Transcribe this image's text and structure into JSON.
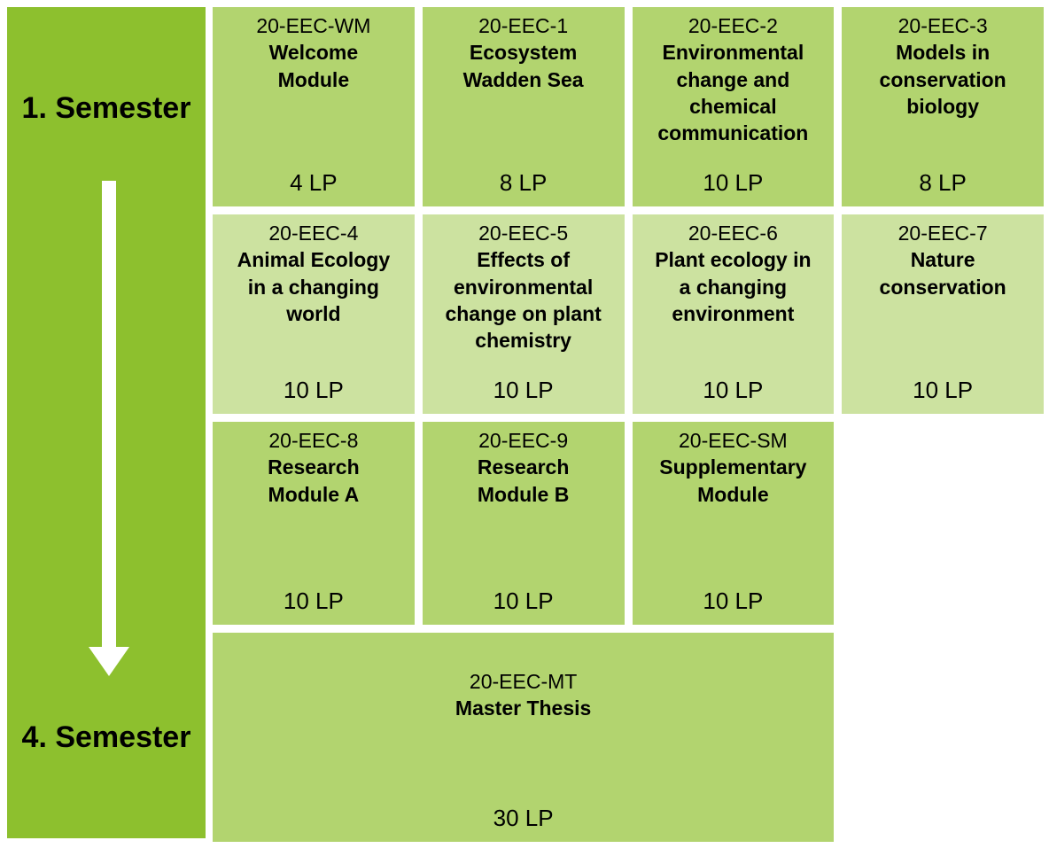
{
  "colors": {
    "background": "#ffffff",
    "sidebar_green": "#8dc02e",
    "module_green": "#b2d46f",
    "module_light_green": "#cce2a0",
    "text": "#000000",
    "arrow": "#ffffff"
  },
  "sidebar": {
    "top_label": "1. Semester",
    "bottom_label": "4. Semester"
  },
  "modules": [
    {
      "code": "20-EEC-WM",
      "title": "Welcome\nModule",
      "credits": "4 LP",
      "shade": "medium"
    },
    {
      "code": "20-EEC-1",
      "title": "Ecosystem\nWadden Sea",
      "credits": "8 LP",
      "shade": "medium"
    },
    {
      "code": "20-EEC-2",
      "title": "Environmental\nchange and\nchemical\ncommunication",
      "credits": "10 LP",
      "shade": "medium"
    },
    {
      "code": "20-EEC-3",
      "title": "Models in\nconservation\nbiology",
      "credits": "8 LP",
      "shade": "medium"
    },
    {
      "code": "20-EEC-4",
      "title": "Animal Ecology\nin a changing\nworld",
      "credits": "10 LP",
      "shade": "light"
    },
    {
      "code": "20-EEC-5",
      "title": "Effects of\nenvironmental\nchange on plant\nchemistry",
      "credits": "10 LP",
      "shade": "light"
    },
    {
      "code": "20-EEC-6",
      "title": "Plant ecology in\na changing\nenvironment",
      "credits": "10 LP",
      "shade": "light"
    },
    {
      "code": "20-EEC-7",
      "title": "Nature\nconservation",
      "credits": "10 LP",
      "shade": "light"
    },
    {
      "code": "20-EEC-8",
      "title": "Research\nModule A",
      "credits": "10 LP",
      "shade": "medium"
    },
    {
      "code": "20-EEC-9",
      "title": "Research\nModule B",
      "credits": "10 LP",
      "shade": "medium"
    },
    {
      "code": "20-EEC-SM",
      "title": "Supplementary\nModule",
      "credits": "10 LP",
      "shade": "medium"
    },
    {
      "code": "20-EEC-MT",
      "title": "Master Thesis",
      "credits": "30 LP",
      "shade": "medium"
    }
  ]
}
